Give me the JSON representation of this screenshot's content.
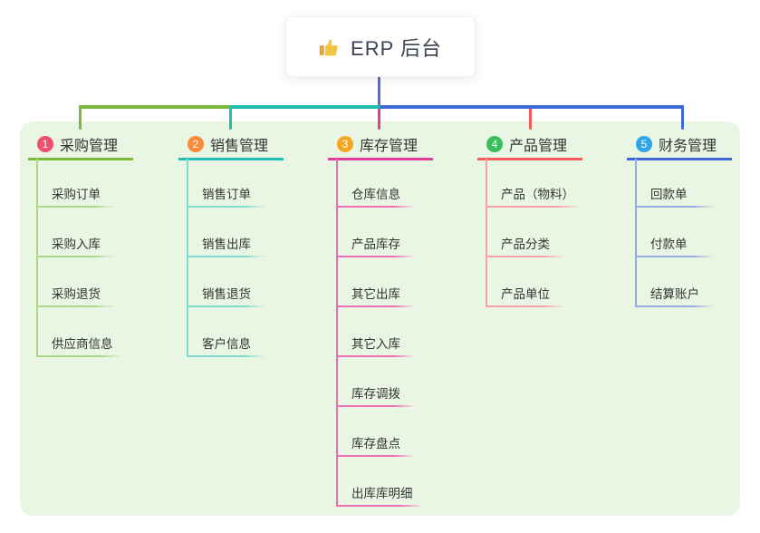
{
  "root": {
    "label": "ERP 后台",
    "icon": "thumbs-up-icon"
  },
  "connectors": {
    "stem_color": "#5B6BD3"
  },
  "colors": {
    "canvas_bg": "#ffffff",
    "panel_bg": "#EAF6E4",
    "text": "#333333",
    "root_text": "#3B4250"
  },
  "branches": [
    {
      "num": "1",
      "label": "采购管理",
      "badge_color": "#F0506E",
      "line_color": "#7CBA3F",
      "light_color": "#ACD68C",
      "children": [
        "采购订单",
        "采购入库",
        "采购退货",
        "供应商信息"
      ]
    },
    {
      "num": "2",
      "label": "销售管理",
      "badge_color": "#F98B3A",
      "line_color": "#1FBFAF",
      "light_color": "#7FD9CD",
      "children": [
        "销售订单",
        "销售出库",
        "销售退货",
        "客户信息"
      ]
    },
    {
      "num": "3",
      "label": "库存管理",
      "badge_color": "#F6A71F",
      "line_color": "#E13C9C",
      "light_color": "#F06EB6",
      "children": [
        "仓库信息",
        "产品库存",
        "其它出库",
        "其它入库",
        "库存调拨",
        "库存盘点",
        "出库库明细"
      ]
    },
    {
      "num": "4",
      "label": "产品管理",
      "badge_color": "#39BF5D",
      "line_color": "#F45B5B",
      "light_color": "#F7A0A6",
      "children": [
        "产品（物料）",
        "产品分类",
        "产品单位"
      ]
    },
    {
      "num": "5",
      "label": "财务管理",
      "badge_color": "#2EA6E9",
      "line_color": "#3F67D6",
      "light_color": "#98ABE4",
      "children": [
        "回款单",
        "付款单",
        "结算账户"
      ]
    }
  ]
}
